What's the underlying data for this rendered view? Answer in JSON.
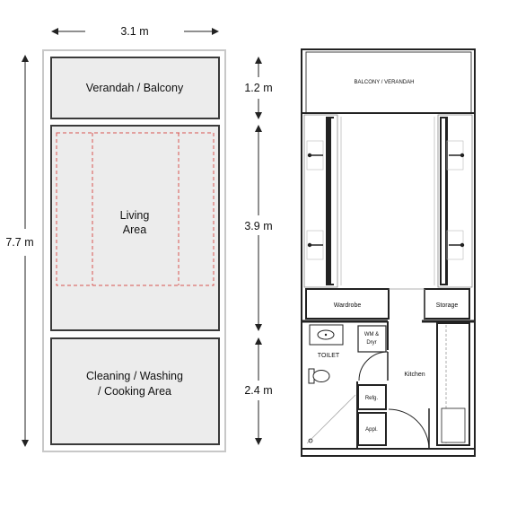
{
  "left_plan": {
    "width_dim": "3.1 m",
    "height_dim": "7.7 m",
    "zones": [
      {
        "lines": [
          "Verandah / Balcony"
        ],
        "dim": "1.2 m"
      },
      {
        "lines": [
          "Living",
          "Area"
        ],
        "dim": "3.9 m"
      },
      {
        "lines": [
          "Cleaning / Washing",
          "/ Cooking Area"
        ],
        "dim": "2.4 m"
      }
    ]
  },
  "right_plan": {
    "balcony": "BALCONY / VERANDAH",
    "wardrobe": "Wardrobe",
    "storage": "Storage",
    "wm_dryer": [
      "WM &",
      "Dryr"
    ],
    "toilet": "TOILET",
    "kitchen": "Kitchen",
    "fridge": "Refg.",
    "appliances": "Appl."
  },
  "colors": {
    "zone_fill": "#ececec",
    "zone_stroke": "#3a3a3a",
    "outer_stroke": "#c8c8c8",
    "dashed": "#d9534f",
    "wall": "#222222"
  }
}
